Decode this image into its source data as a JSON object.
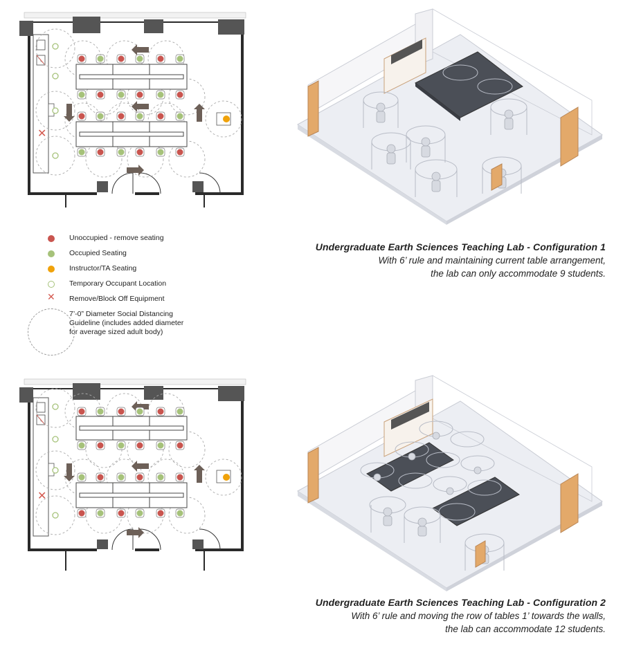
{
  "colors": {
    "unoccupied": "#c9554f",
    "occupied": "#a6c27a",
    "instructor": "#f0a20a",
    "temporary": "#a6c27a",
    "remove_equipment": "#d45a50",
    "arrow": "#6d6058",
    "wall": "#2a2a2a",
    "wood": "#e3a96a"
  },
  "legend": {
    "items": [
      {
        "symbol": "red-dot",
        "label": "Unoccupied - remove seating"
      },
      {
        "symbol": "green-dot",
        "label": "Occupied Seating"
      },
      {
        "symbol": "orange-dot",
        "label": "Instructor/TA Seating"
      },
      {
        "symbol": "green-ring",
        "label": "Temporary Occupant Location"
      },
      {
        "symbol": "red-x",
        "label": "Remove/Block Off Equipment"
      },
      {
        "symbol": "dashed-circle",
        "label": "7’-0” Diameter Social Distancing Guideline (includes added diameter for average sized adult body)"
      }
    ]
  },
  "configurations": [
    {
      "title": "Undergraduate Earth Sciences Teaching Lab - Configuration 1",
      "line1": "With 6’ rule and maintaining current table arrangement,",
      "line2": "the lab can only accommodate 9 students.",
      "table_row_1": {
        "top": [
          "red",
          "green",
          "red",
          "green",
          "red",
          "green"
        ],
        "bottom": [
          "green",
          "red",
          "green",
          "red",
          "green",
          "red"
        ]
      },
      "table_row_2": {
        "top": [
          "red",
          "green",
          "red",
          "green",
          "red",
          "green"
        ],
        "bottom": [
          "green",
          "red",
          "green",
          "red",
          "green",
          "red"
        ]
      }
    },
    {
      "title": "Undergraduate Earth Sciences Teaching Lab - Configuration 2",
      "line1": "With 6’ rule and moving the row of tables 1’ towards the walls,",
      "line2": "the lab can accommodate 12 students.",
      "table_row_1": {
        "top": [
          "red",
          "green",
          "red",
          "green",
          "red",
          "green"
        ],
        "bottom": [
          "green",
          "red",
          "green",
          "red",
          "green",
          "red"
        ]
      },
      "table_row_2": {
        "top": [
          "green",
          "red",
          "green",
          "red",
          "green",
          "red"
        ],
        "bottom": [
          "red",
          "green",
          "red",
          "green",
          "red",
          "green"
        ]
      }
    }
  ]
}
